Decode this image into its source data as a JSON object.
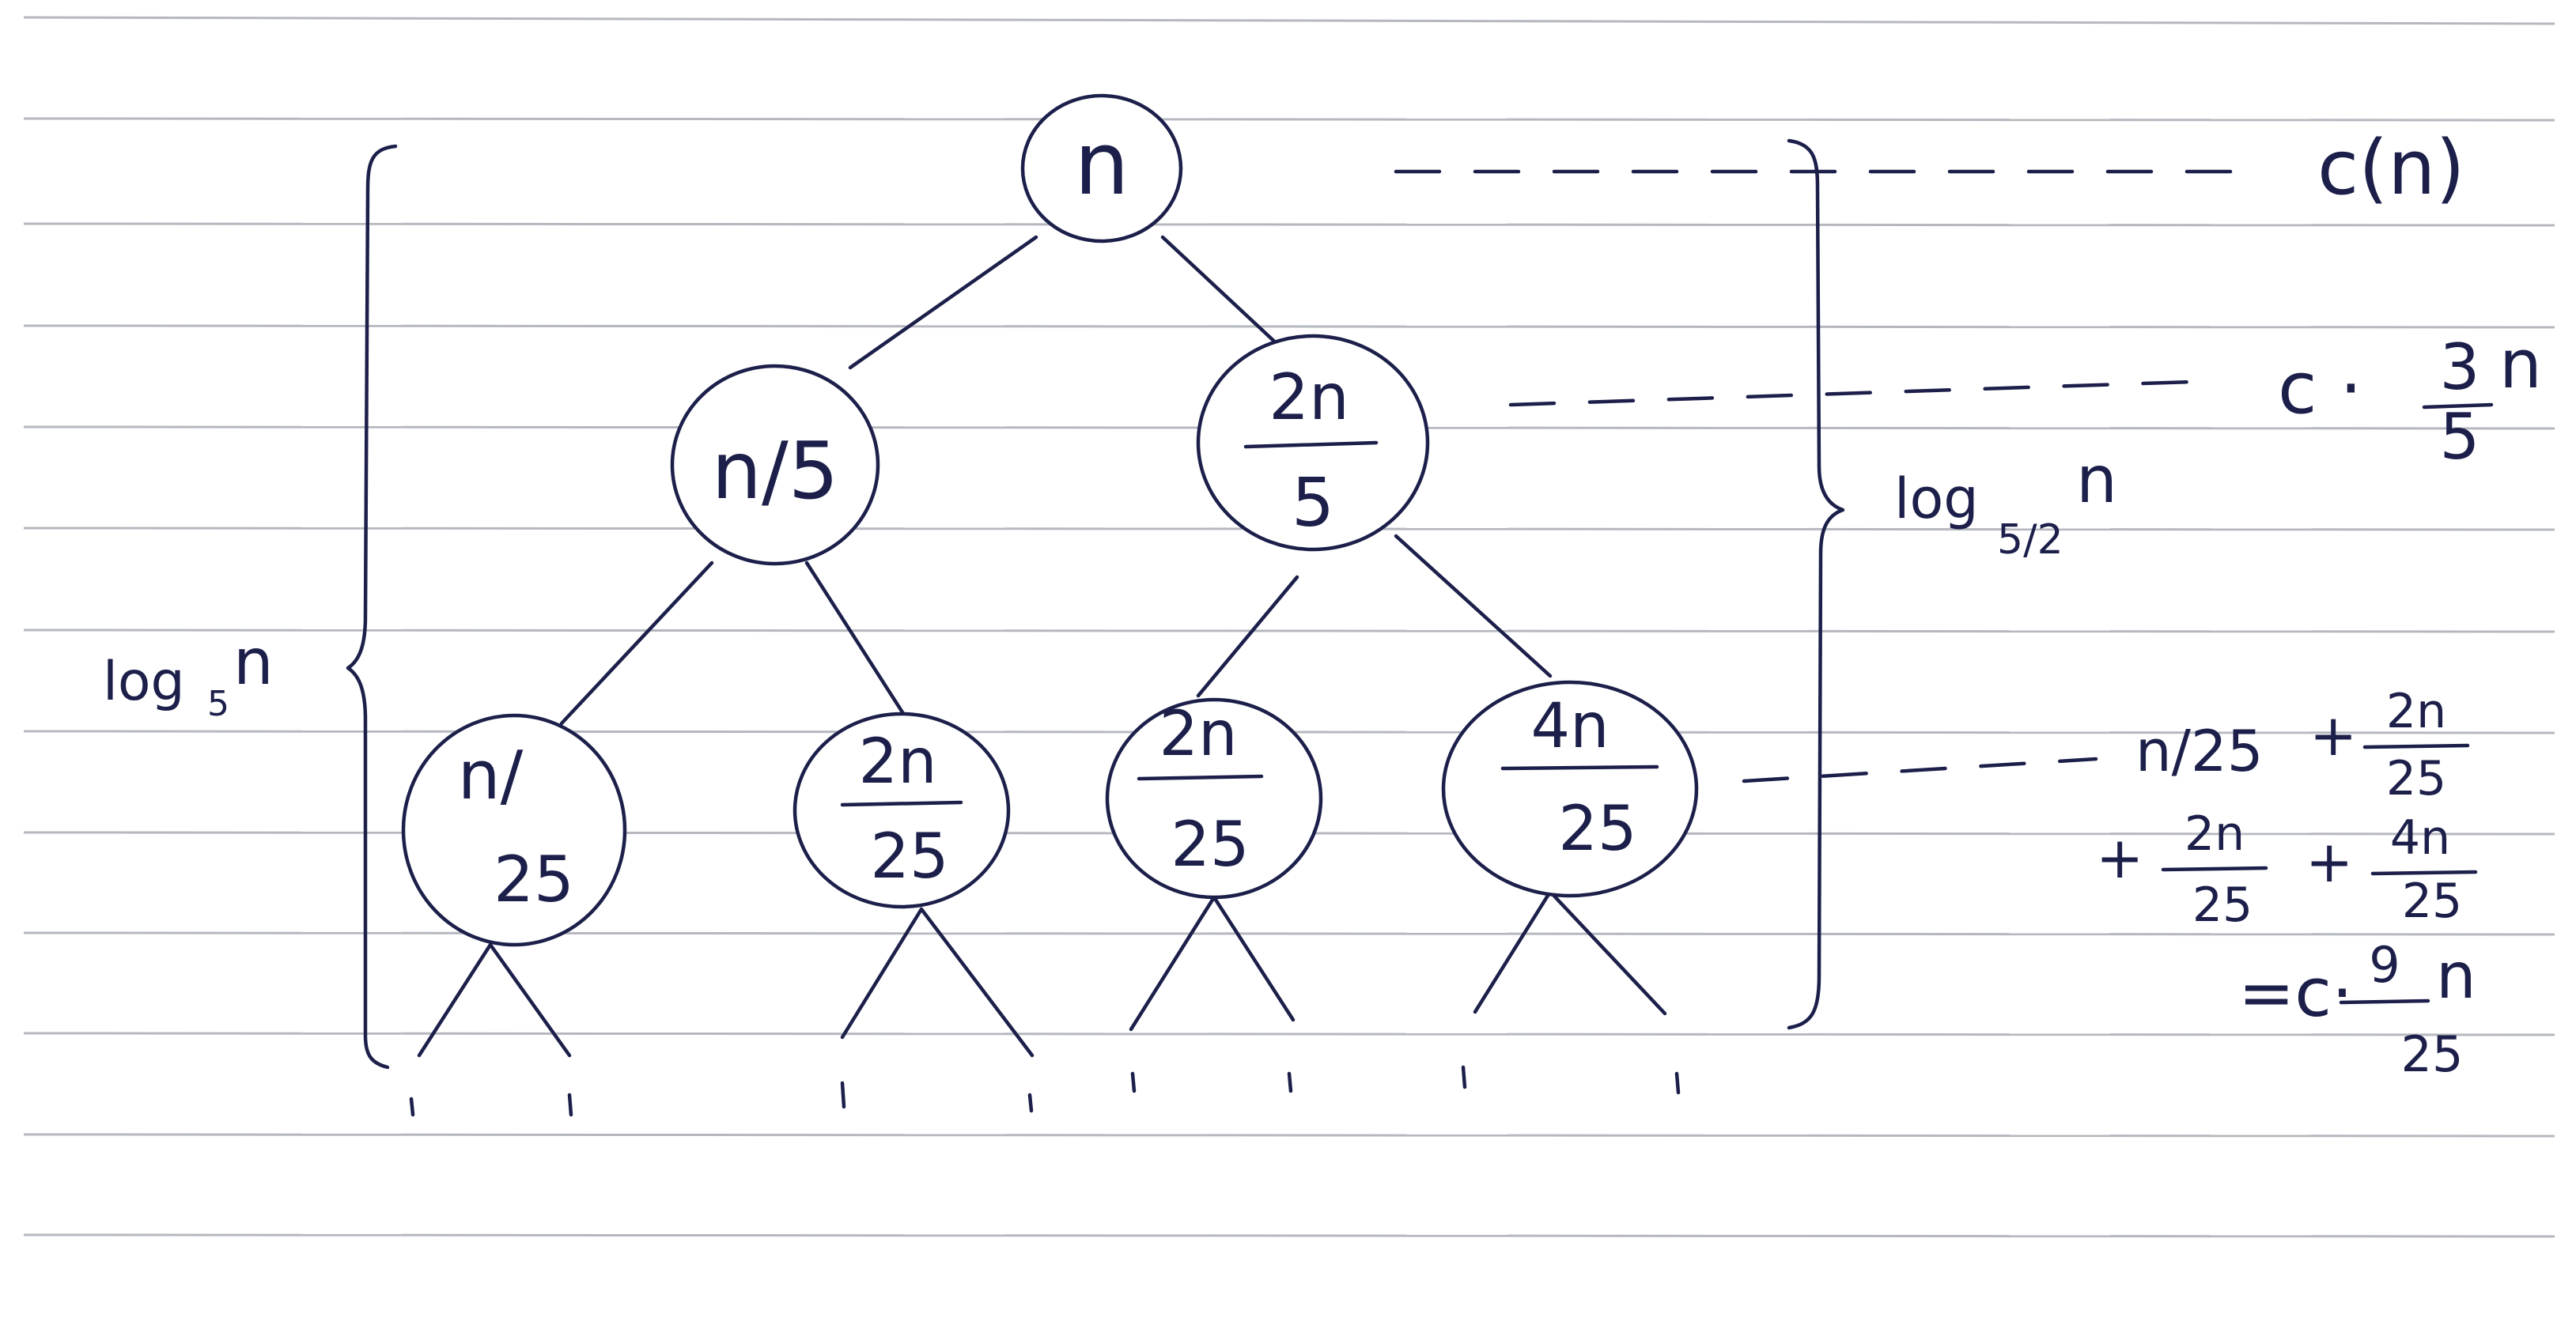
{
  "root": "n",
  "level1": {
    "left": "n/5",
    "right_num": "2n",
    "right_den": "5"
  },
  "level2": [
    {
      "slash": "n/",
      "den": "25"
    },
    {
      "num": "2n",
      "den": "25"
    },
    {
      "num": "2n",
      "den": "25"
    },
    {
      "num": "4n",
      "den": "25"
    }
  ],
  "height_left": {
    "base": "log",
    "sub": "5",
    "arg": "n"
  },
  "height_right": {
    "base": "log",
    "sub": "5/2",
    "arg": "n"
  },
  "costs": {
    "level0": "c(n)",
    "level1": {
      "prefix": "c ·",
      "num": "3",
      "den": "5",
      "suffix": "n"
    },
    "level2": {
      "t1": "n/25",
      "plus1": "+",
      "t2_num": "2n",
      "t2_den": "25",
      "plus2": "+",
      "t3_num": "2n",
      "t3_den": "25",
      "plus3": "+",
      "t4_num": "4n",
      "t4_den": "25",
      "eq": "=c·",
      "res_num": "9",
      "res_den": "25",
      "res_suffix": "n"
    }
  },
  "colors": {
    "ink": "#1c1f4a",
    "rule": "#b5b8bf",
    "paper": "#ffffff"
  }
}
